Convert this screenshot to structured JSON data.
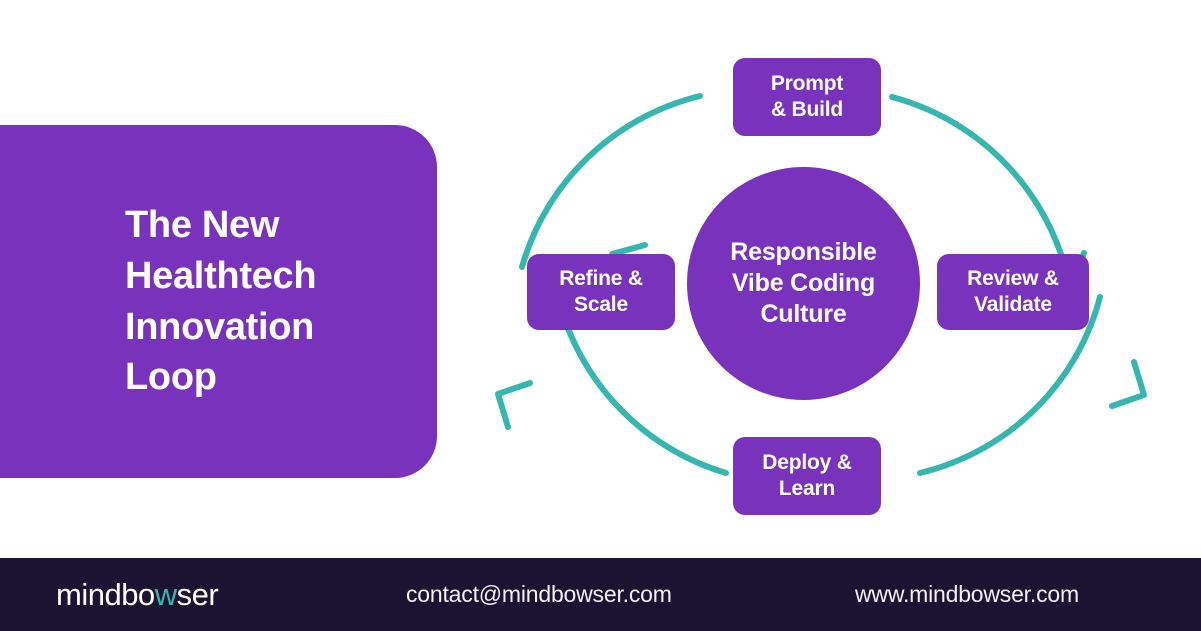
{
  "hero": {
    "title": "The New\nHealthtech\nInnovation\nLoop"
  },
  "colors": {
    "purple": "#7832BC",
    "teal": "#35B6AF",
    "footer_navy": "#1C1333",
    "white": "#FFFFFF"
  },
  "diagram": {
    "type": "cycle",
    "direction": "clockwise",
    "center": {
      "label": "Responsible\nVibe Coding\nCulture"
    },
    "nodes": [
      {
        "id": "prompt-build",
        "label": "Prompt\n& Build",
        "position": "top"
      },
      {
        "id": "review-validate",
        "label": "Review &\nValidate",
        "position": "right"
      },
      {
        "id": "deploy-learn",
        "label": "Deploy &\nLearn",
        "position": "bottom"
      },
      {
        "id": "refine-scale",
        "label": "Refine &\nScale",
        "position": "left"
      }
    ],
    "connectors": [
      {
        "from": "prompt-build",
        "to": "review-validate",
        "arrowhead": "chevron"
      },
      {
        "from": "review-validate",
        "to": "deploy-learn",
        "arrowhead": "chevron"
      },
      {
        "from": "deploy-learn",
        "to": "refine-scale",
        "arrowhead": "chevron"
      },
      {
        "from": "refine-scale",
        "to": "prompt-build",
        "arrowhead": "chevron"
      }
    ]
  },
  "footer": {
    "logo_prefix": "mindbo",
    "logo_accent": "w",
    "logo_suffix": "ser",
    "email": "contact@mindbowser.com",
    "website": "www.mindbowser.com"
  }
}
